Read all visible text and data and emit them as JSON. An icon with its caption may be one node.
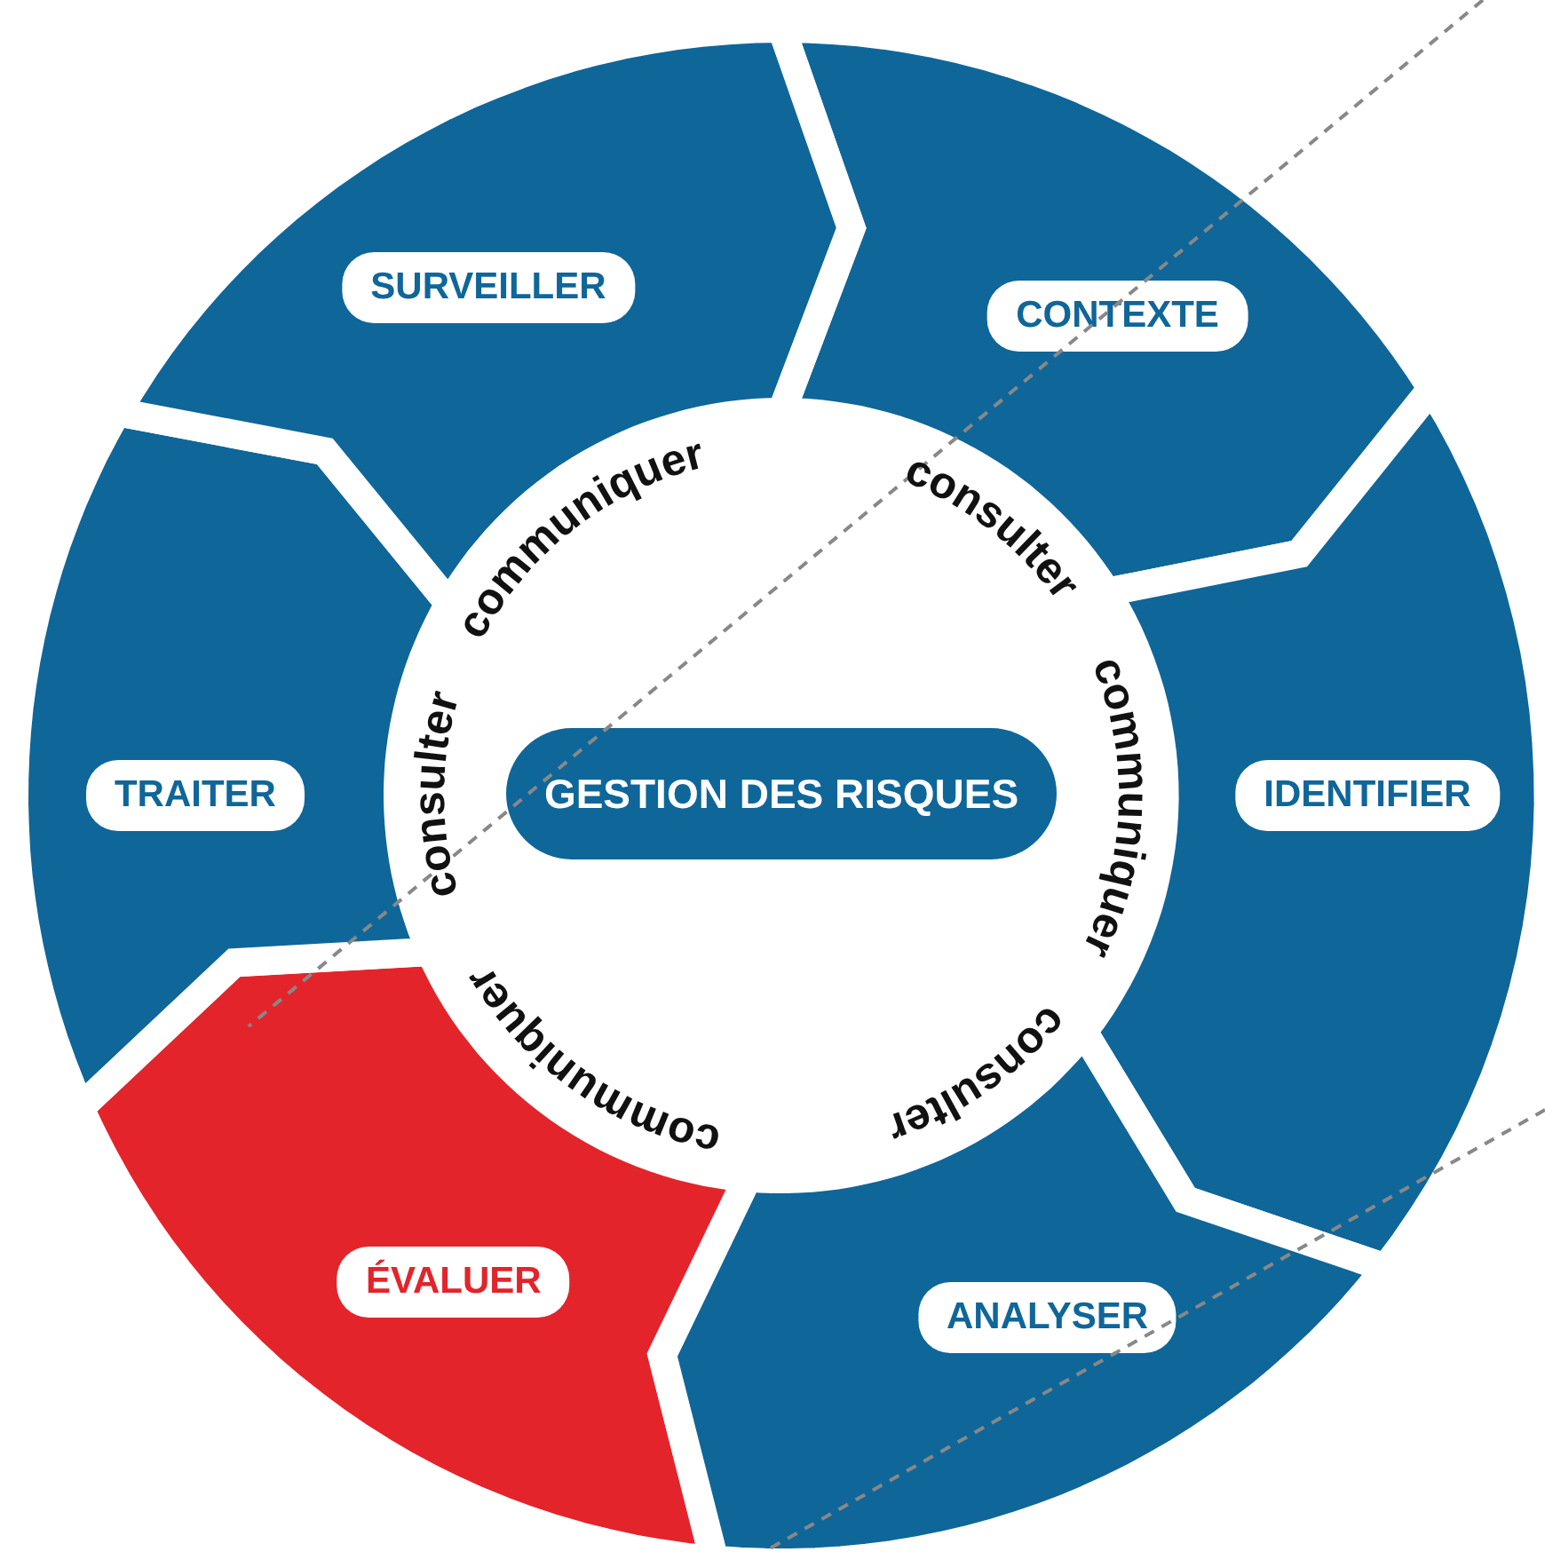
{
  "diagram": {
    "nodes": [
      {
        "text": [
          "GESTION DES RISQUES"
        ]
      },
      {
        "text": [
          "CONTEXTE"
        ]
      },
      {
        "text": [
          "IDENTIFIER"
        ]
      },
      {
        "text": [
          "ANALYSER"
        ]
      },
      {
        "text": [
          "ÉVALUER"
        ]
      },
      {
        "text": [
          "TRAITER"
        ]
      },
      {
        "text": [
          "SURVEILLER"
        ]
      }
    ],
    "labels": [
      "communiquer",
      "consulter",
      "communiquer",
      "consulter",
      "communiquer",
      "consulter"
    ]
  }
}
